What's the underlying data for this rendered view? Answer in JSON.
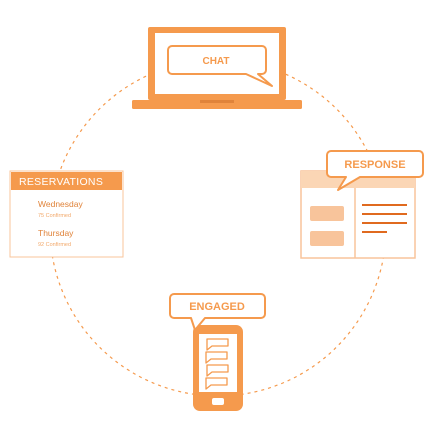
{
  "colors": {
    "accent": "#f59a4d",
    "accent_dark": "#e0833a",
    "accent_light": "#f8c49b",
    "background": "#ffffff",
    "stroke_light": "#fbd6b5"
  },
  "laptop": {
    "icon": "laptop-icon",
    "bubble_label": "CHAT"
  },
  "reservations": {
    "title": "RESERVATIONS",
    "entries": [
      {
        "day": "Wednesday",
        "detail": "75 Confirmed"
      },
      {
        "day": "Thursday",
        "detail": "92 Confirmed"
      }
    ]
  },
  "response": {
    "icon": "document-icon",
    "bubble_label": "RESPONSE"
  },
  "phone": {
    "icon": "smartphone-icon",
    "bubble_label": "ENGAGED"
  }
}
